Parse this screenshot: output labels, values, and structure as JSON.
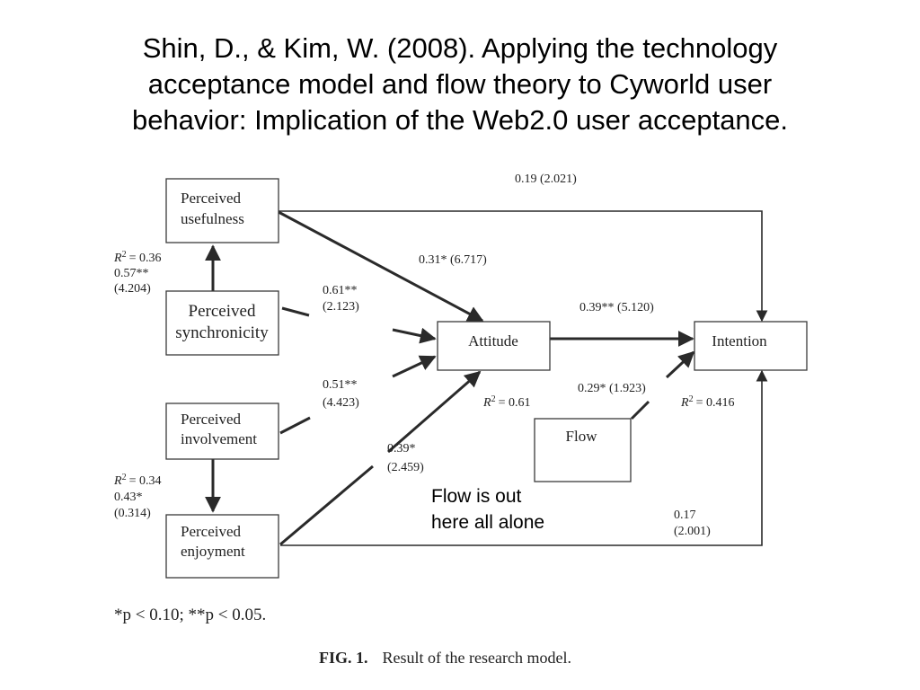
{
  "title": {
    "line1": "Shin, D., &  Kim, W. (2008).  Applying the technology",
    "line2": "acceptance model and flow theory to Cyworld user",
    "line3": "behavior: Implication of the Web2.0 user acceptance."
  },
  "nodes": {
    "usefulness": {
      "line1": "Perceived",
      "line2": "usefulness"
    },
    "synchronicity": {
      "line1": "Perceived",
      "line2": "synchronicity"
    },
    "involvement": {
      "line1": "Perceived",
      "line2": "involvement"
    },
    "enjoyment": {
      "line1": "Perceived",
      "line2": "enjoyment"
    },
    "attitude": {
      "label": "Attitude"
    },
    "intention": {
      "label": "Intention"
    },
    "flow": {
      "label": "Flow"
    }
  },
  "paths": {
    "usefulness_intention": "0.19 (2.021)",
    "usefulness_attitude": "0.31* (6.717)",
    "synchronicity_usefulness": {
      "r2_prefix": "R",
      "r2_value": "= 0.36",
      "coef": "0.57**",
      "t": "(4.204)"
    },
    "synchronicity_attitude": {
      "coef": "0.61**",
      "t": "(2.123)"
    },
    "involvement_attitude": {
      "coef": "0.51**",
      "t": "(4.423)"
    },
    "enjoyment_attitude": {
      "coef": "0.39*",
      "t": "(2.459)"
    },
    "involvement_enjoyment": {
      "r2_prefix": "R",
      "r2_value": "= 0.34",
      "coef": "0.43*",
      "t": "(0.314)"
    },
    "attitude_intention": "0.39** (5.120)",
    "flow_intention": "0.29* (1.923)",
    "enjoyment_intention": {
      "coef": "0.17",
      "t": "(2.001)"
    }
  },
  "r2": {
    "attitude": {
      "prefix": "R",
      "value": "= 0.61"
    },
    "intention": {
      "prefix": "R",
      "value": "= 0.416"
    }
  },
  "annotation": {
    "line1": "Flow is out",
    "line2": "here all alone"
  },
  "footnote": "*p < 0.10; **p < 0.05.",
  "caption": {
    "label": "FIG. 1.",
    "text": "Result of the research model."
  }
}
